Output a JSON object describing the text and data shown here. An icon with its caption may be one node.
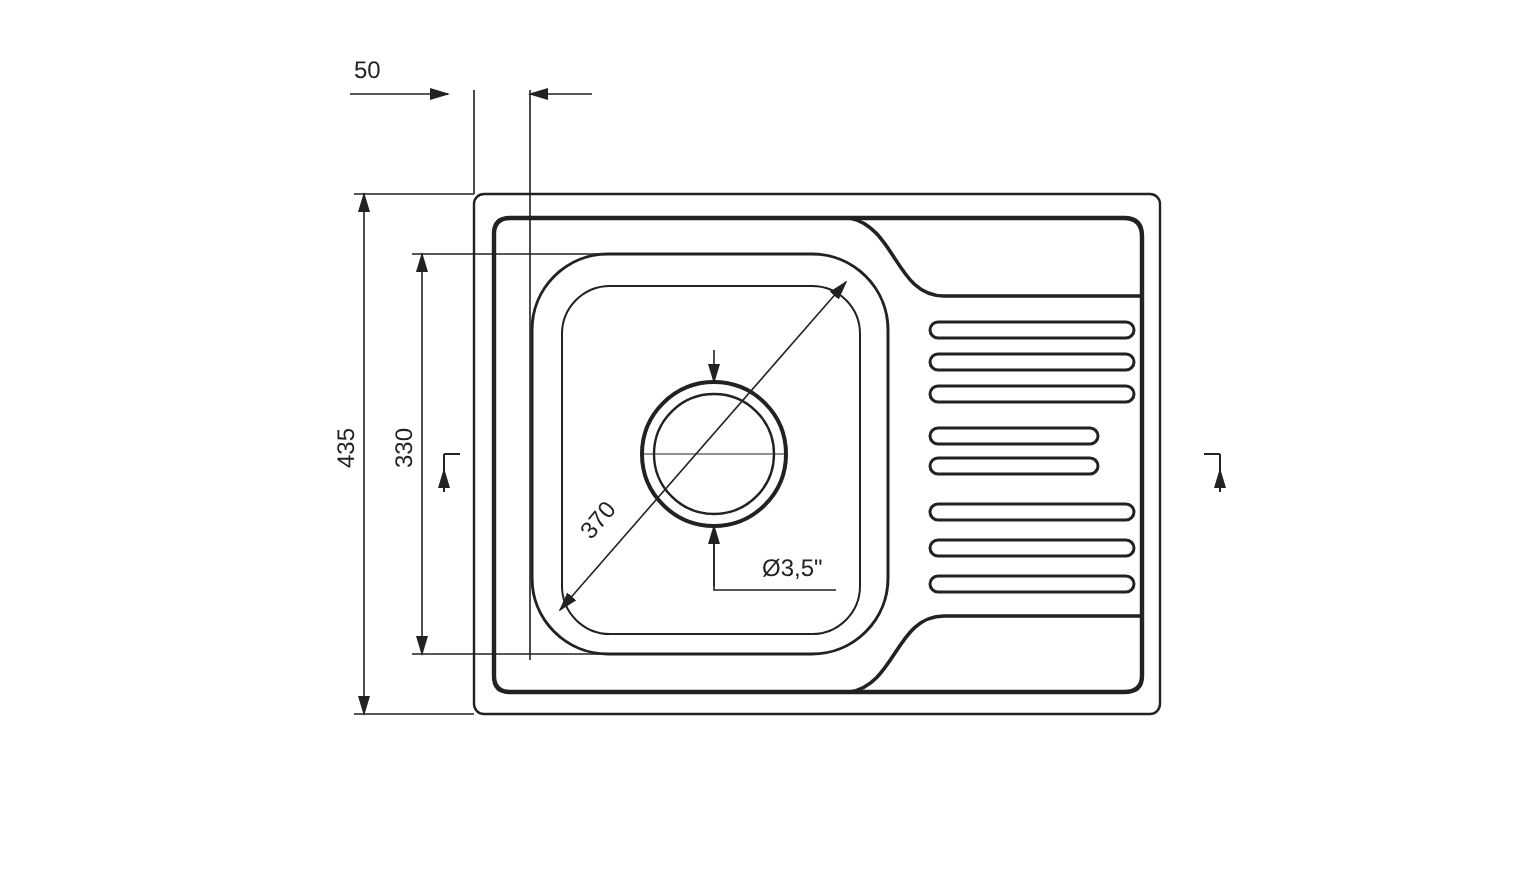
{
  "diagram": {
    "labels": [
      "50",
      "435",
      "330",
      "370",
      "Ø3,5\""
    ]
  }
}
